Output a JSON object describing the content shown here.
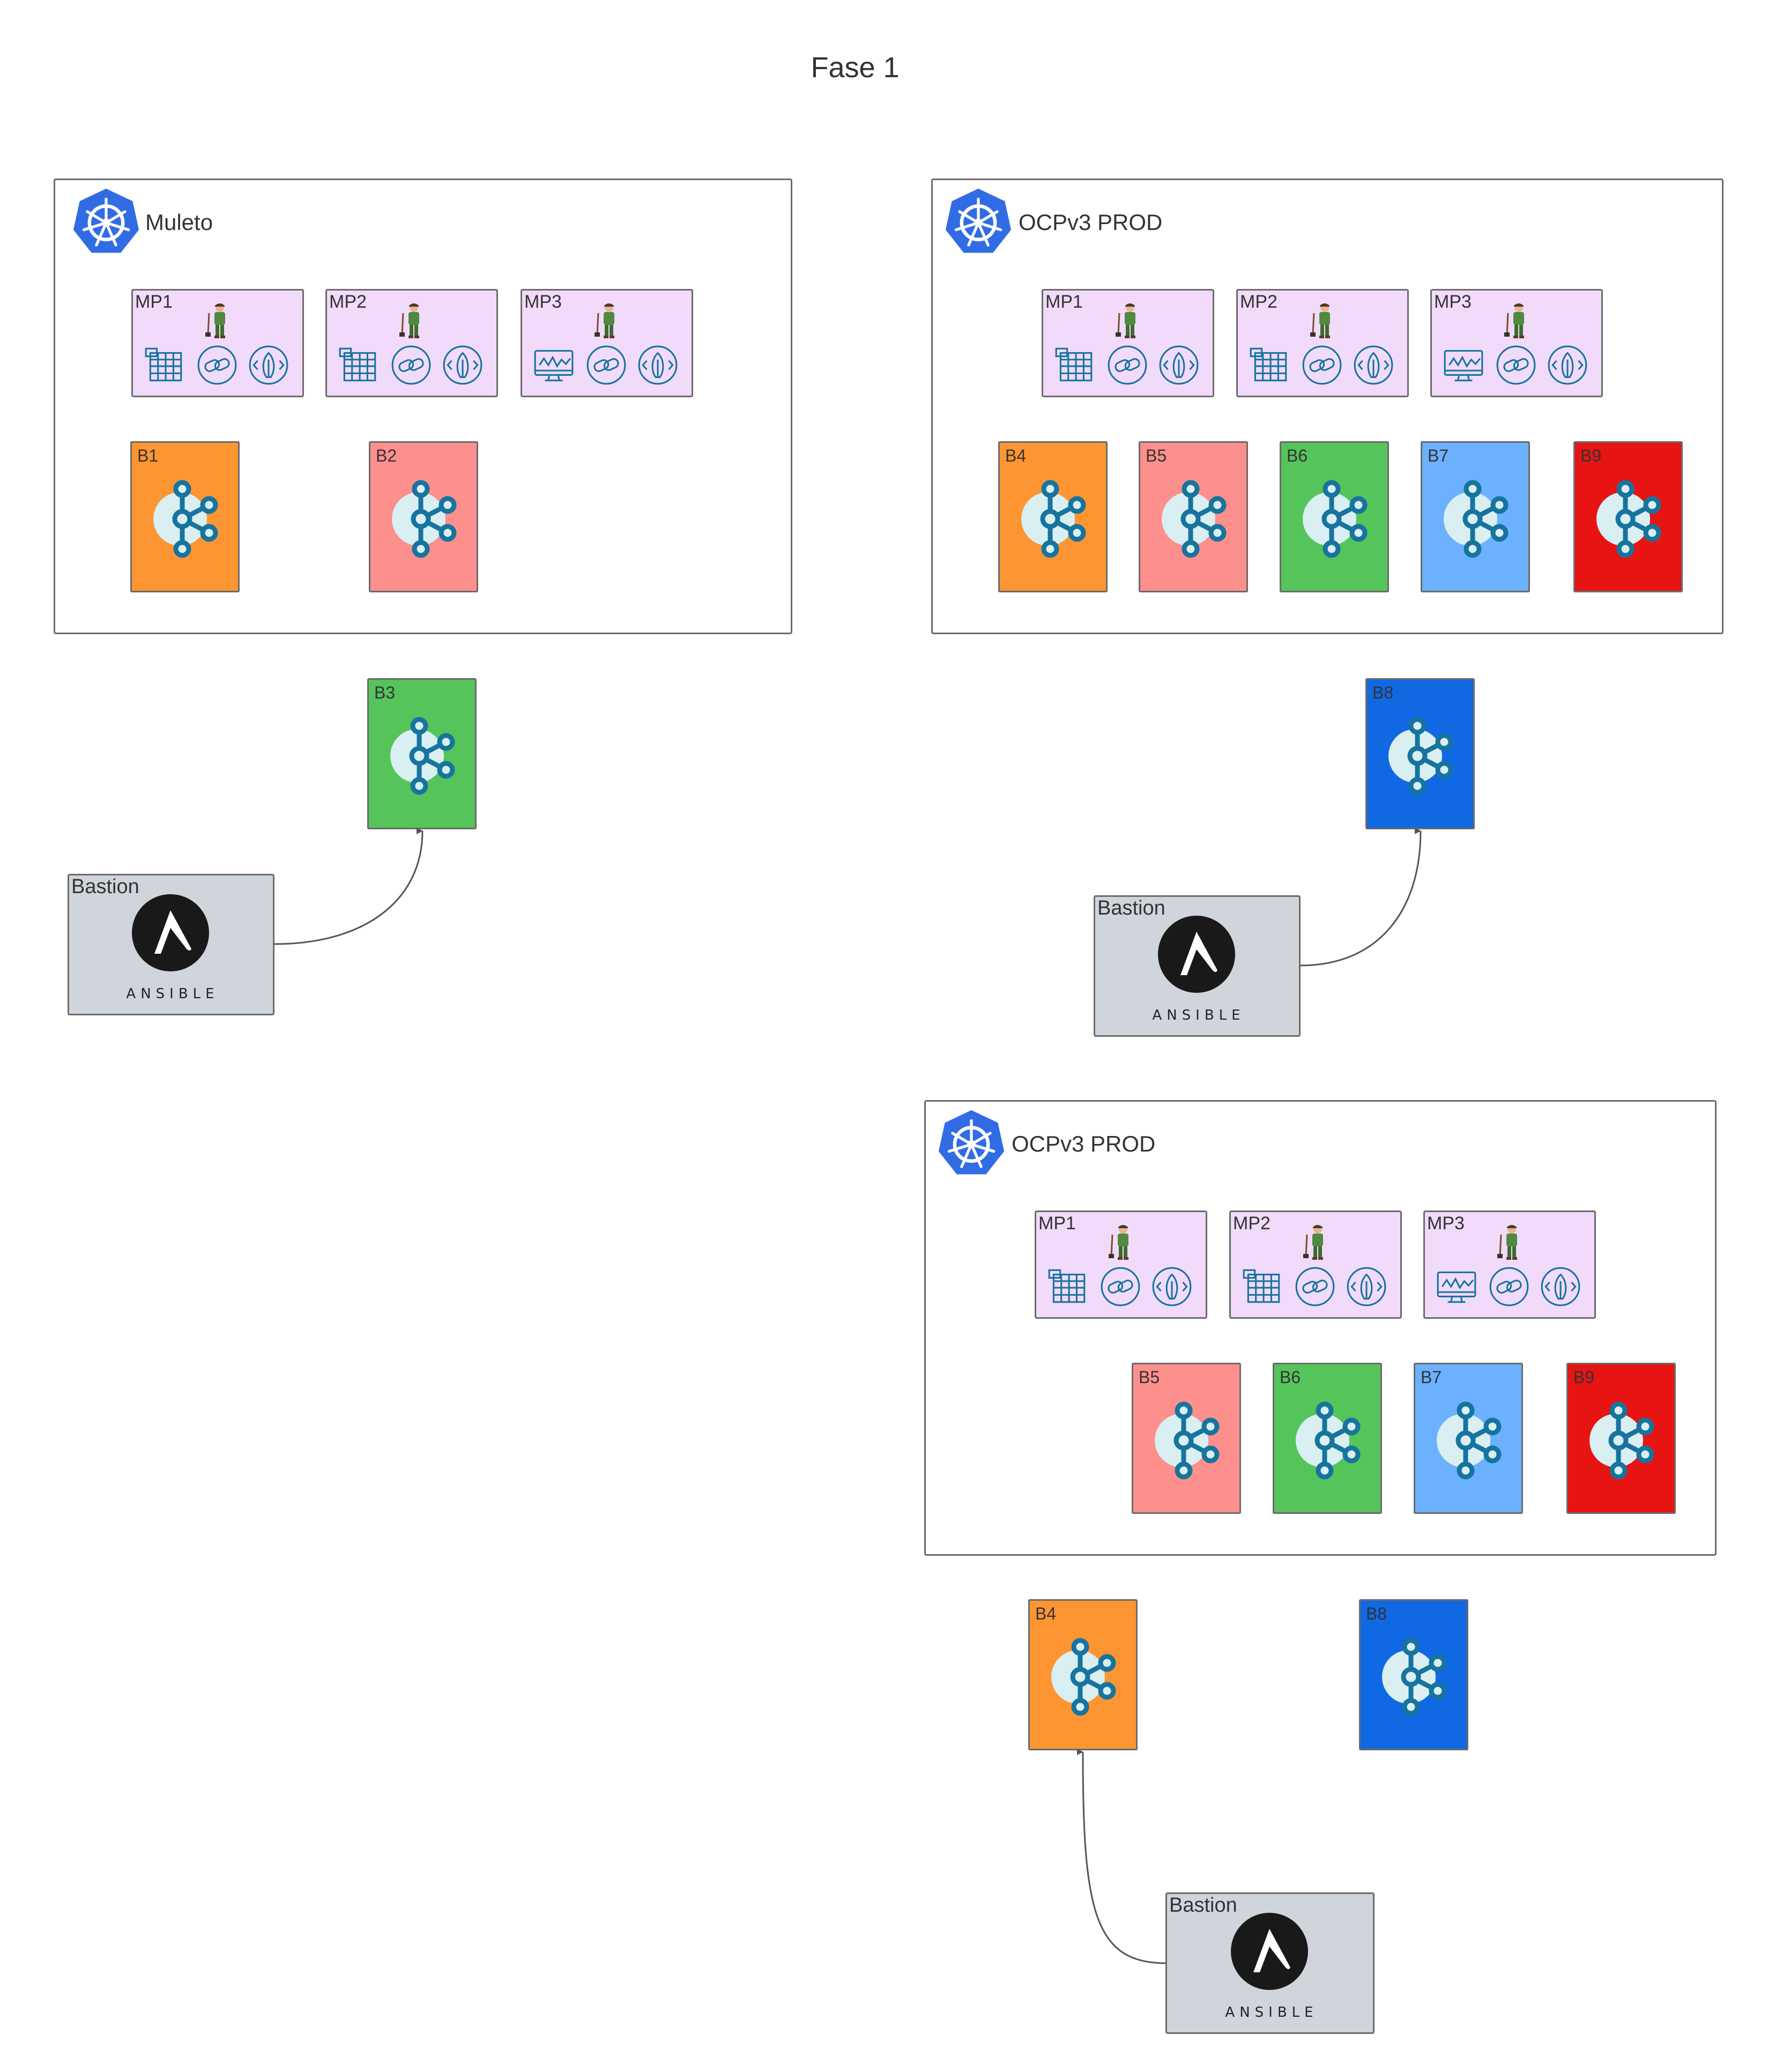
{
  "title": "Fase 1",
  "colors": {
    "mp_fill": "#f2dafb",
    "bastion_fill": "#d0d5dc",
    "k8s_blue": "#326ce5",
    "kafka_blue": "#16749e",
    "orange": "#fd9532",
    "salmon": "#fd8f8d",
    "green": "#55c45b",
    "light_blue": "#6bb1ff",
    "red": "#e81313",
    "blue": "#1168e3"
  },
  "clusters": {
    "c1": {
      "label": "Muleto",
      "icon": "kubernetes-icon"
    },
    "c2": {
      "label": "OCPv3 PROD",
      "icon": "kubernetes-icon"
    },
    "c3": {
      "label": "OCPv3 PROD",
      "icon": "kubernetes-icon"
    }
  },
  "pools": {
    "mp1": "MP1",
    "mp2": "MP2",
    "mp3": "MP3"
  },
  "brokers": {
    "b1": "B1",
    "b2": "B2",
    "b3": "B3",
    "b4": "B4",
    "b5": "B5",
    "b6": "B6",
    "b7": "B7",
    "b8": "B8",
    "b9": "B9"
  },
  "bastion": {
    "label": "Bastion",
    "logo_text": "ANSIBLE"
  }
}
